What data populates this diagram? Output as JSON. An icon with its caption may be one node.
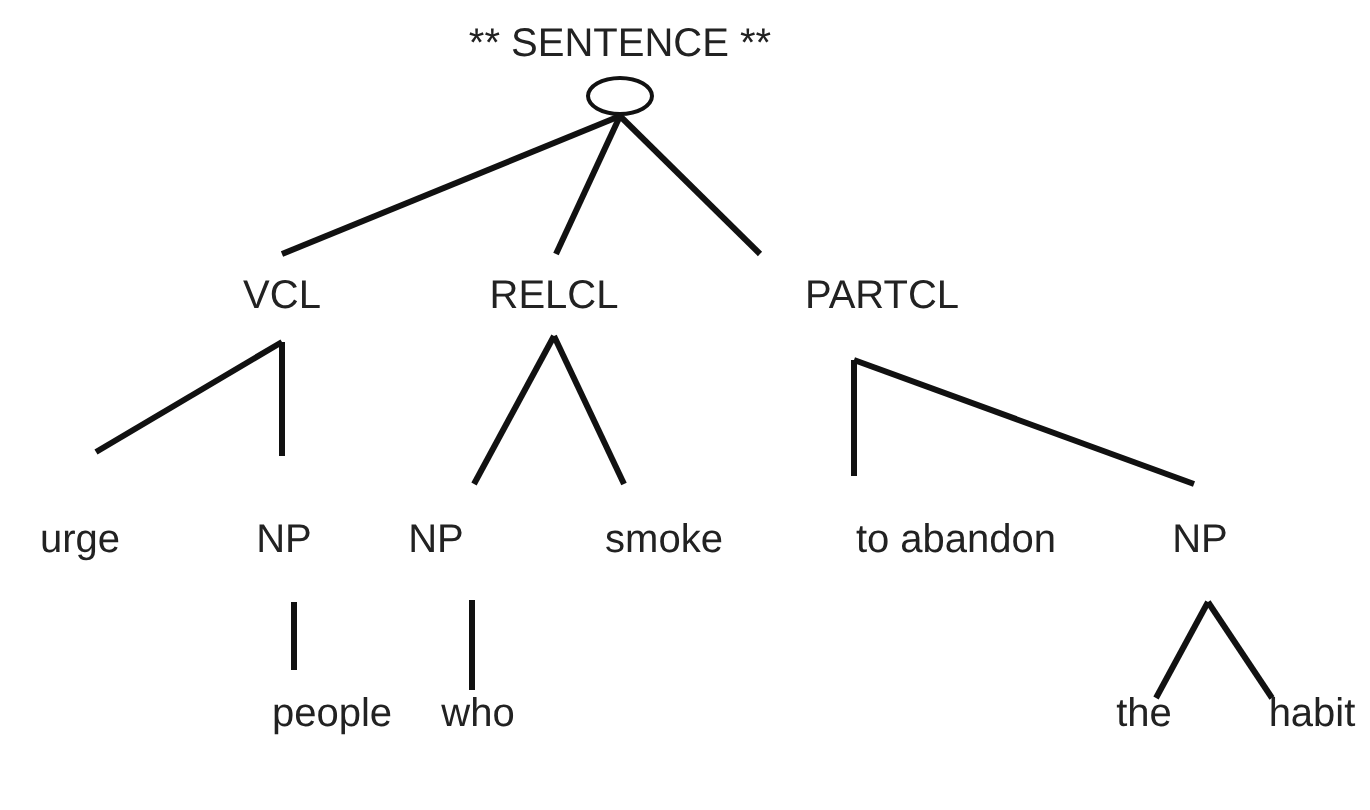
{
  "diagram": {
    "title": "** SENTENCE **",
    "nodes": [
      {
        "text": [],
        "shape": "circle"
      },
      {
        "text": [
          "VCL"
        ]
      },
      {
        "text": [
          "RELCL"
        ]
      },
      {
        "text": [
          "PARTCL"
        ]
      },
      {
        "text": [
          "urge"
        ]
      },
      {
        "text": [
          "NP"
        ]
      },
      {
        "text": [
          "NP"
        ]
      },
      {
        "text": [
          "smoke"
        ]
      },
      {
        "text": [
          "to abandon"
        ]
      },
      {
        "text": [
          "NP"
        ]
      },
      {
        "text": [
          "people"
        ]
      },
      {
        "text": [
          "who"
        ]
      },
      {
        "text": [
          "the"
        ]
      },
      {
        "text": [
          "habit"
        ]
      }
    ],
    "edges": [
      {
        "from": 0,
        "to": 1,
        "arrow": "none"
      },
      {
        "from": 0,
        "to": 2,
        "arrow": "none"
      },
      {
        "from": 0,
        "to": 3,
        "arrow": "none"
      },
      {
        "from": 1,
        "to": 4,
        "arrow": "none"
      },
      {
        "from": 1,
        "to": 5,
        "arrow": "none"
      },
      {
        "from": 2,
        "to": 6,
        "arrow": "none"
      },
      {
        "from": 2,
        "to": 7,
        "arrow": "none"
      },
      {
        "from": 3,
        "to": 8,
        "arrow": "none"
      },
      {
        "from": 3,
        "to": 9,
        "arrow": "none"
      },
      {
        "from": 5,
        "to": 10,
        "arrow": "none"
      },
      {
        "from": 6,
        "to": 11,
        "arrow": "none"
      },
      {
        "from": 9,
        "to": 12,
        "arrow": "none"
      },
      {
        "from": 9,
        "to": 13,
        "arrow": "none"
      }
    ]
  }
}
